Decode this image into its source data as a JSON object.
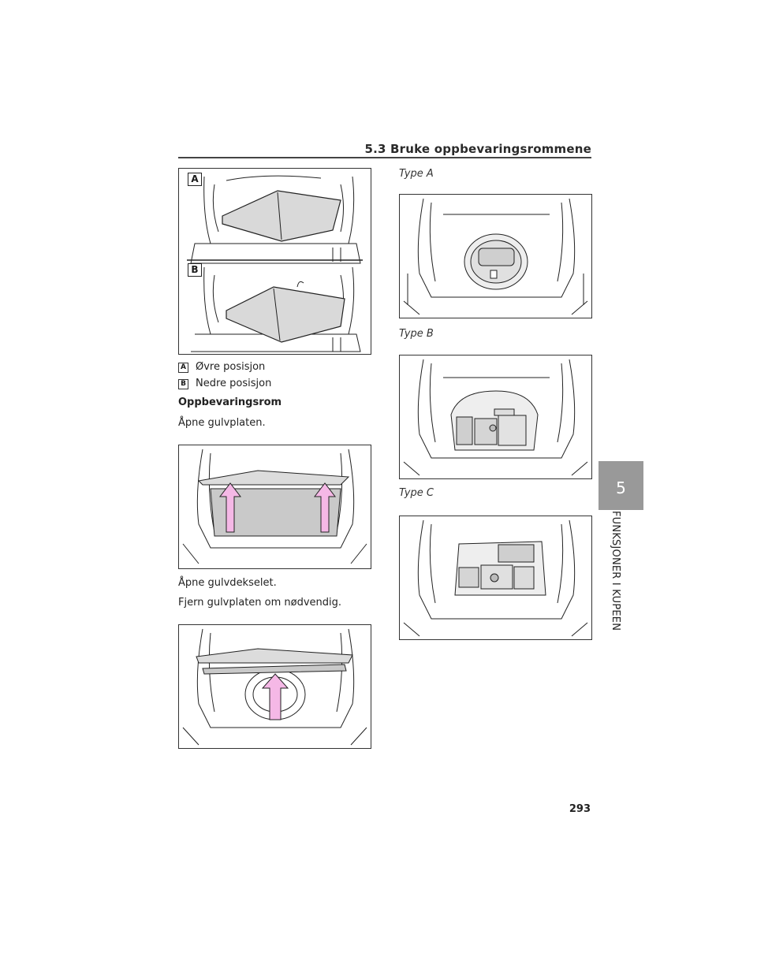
{
  "header": {
    "section_title": "5.3  Bruke oppbevaringsrommene"
  },
  "figure_top": {
    "label_a": "A",
    "label_b": "B"
  },
  "legend": [
    {
      "marker": "A",
      "text": "Øvre posisjon"
    },
    {
      "marker": "B",
      "text": "Nedre posisjon"
    }
  ],
  "storage": {
    "heading": "Oppbevaringsrom",
    "step1": "Åpne gulvplaten.",
    "step2": "Åpne gulvdekselet.",
    "step3": "Fjern gulvplaten om nødvendig."
  },
  "types": {
    "a": "Type A",
    "b": "Type B",
    "c": "Type C"
  },
  "side_tab": {
    "number": "5",
    "chapter": "FUNKSJONER I KUPEEN"
  },
  "page": {
    "number": "293"
  },
  "colors": {
    "arrow_fill": "#f5b8e6",
    "panel_gray": "#d9d9d9",
    "tab_gray": "#999999"
  }
}
